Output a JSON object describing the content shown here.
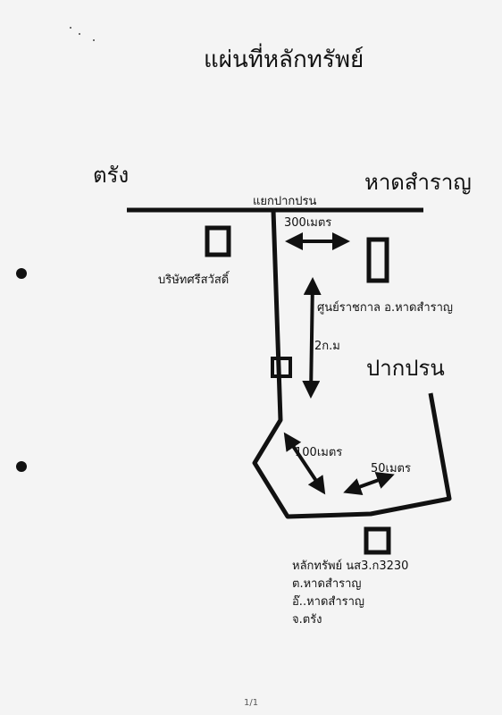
{
  "title": "แผ่นที่หลักทรัพย์",
  "places": {
    "trang": "ตรัง",
    "hat_samran": "หาดสำราญ",
    "pak_pron": "ปากปรน"
  },
  "labels": {
    "junction": "แยกปากปรน",
    "company": "บริษัทศรีสวัสดิ์",
    "district_center": "ศูนย์ราชกาล อ.หาดสำราญ"
  },
  "distances": {
    "d300": "300เมตร",
    "d2km": "2ก.ม",
    "d100": "100เมตร",
    "d50": "50เมตร"
  },
  "property": {
    "line1": "หลักทรัพย์ นส3.ก3230",
    "line2": "ต.หาดสำราญ",
    "line3": "อ๊..หาดสำราญ",
    "line4": "จ.ตรัง"
  },
  "page_number": "1/1"
}
